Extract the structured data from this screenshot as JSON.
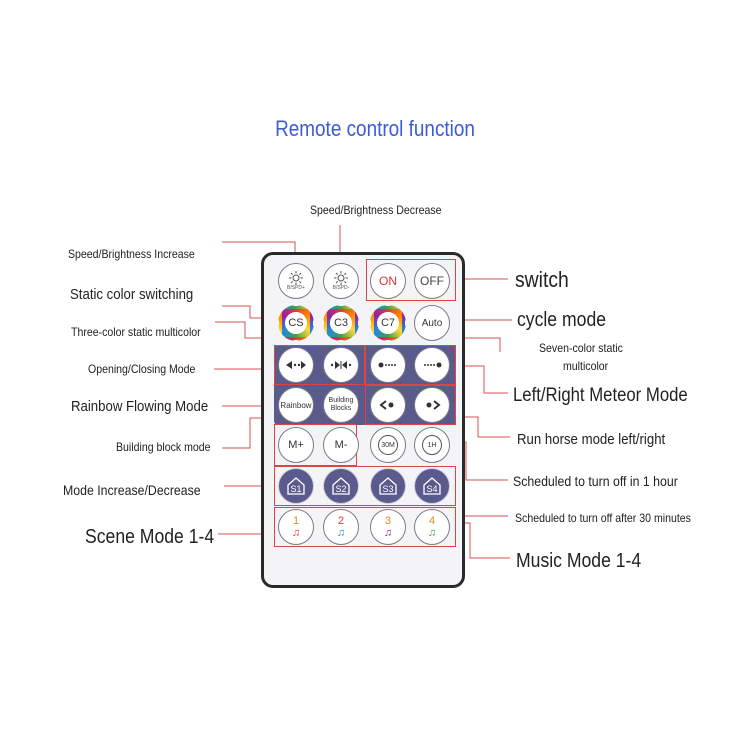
{
  "title": "Remote control function",
  "labels": {
    "speed_decrease": "Speed/Brightness Decrease",
    "speed_increase": "Speed/Brightness Increase",
    "static_color_switching": "Static color switching",
    "three_color": "Three-color static multicolor",
    "opening_closing": "Opening/Closing Mode",
    "rainbow_flowing": "Rainbow Flowing Mode",
    "building_block": "Building block mode",
    "mode_inc_dec": "Mode Increase/Decrease",
    "scene_mode": "Scene Mode 1-4",
    "switch": "switch",
    "cycle_mode": "cycle mode",
    "seven_color_1": "Seven-color static",
    "seven_color_2": "multicolor",
    "meteor": "Left/Right Meteor Mode",
    "run_horse": "Run horse mode left/right",
    "off_1h": "Scheduled to turn off in 1 hour",
    "off_30m": "Scheduled to turn off after 30 minutes",
    "music_mode": "Music Mode 1-4"
  },
  "buttons": {
    "spd_plus": "B/SPD+",
    "spd_minus": "B/SPD-",
    "on": "ON",
    "off": "OFF",
    "cs": "CS",
    "c3": "C3",
    "c7": "C7",
    "auto": "Auto",
    "rainbow": "Rainbow",
    "building1": "Building",
    "building2": "Blocks",
    "m_plus": "M+",
    "m_minus": "M-",
    "t30": "30M",
    "t1h": "1H",
    "s1": "S1",
    "s2": "S2",
    "s3": "S3",
    "s4": "S4",
    "m1": "1",
    "m2": "2",
    "m3": "3",
    "m4": "4"
  },
  "colors": {
    "title": "#3d5bd6",
    "accent_red": "#d44444",
    "panel": "#5a5a8c"
  }
}
